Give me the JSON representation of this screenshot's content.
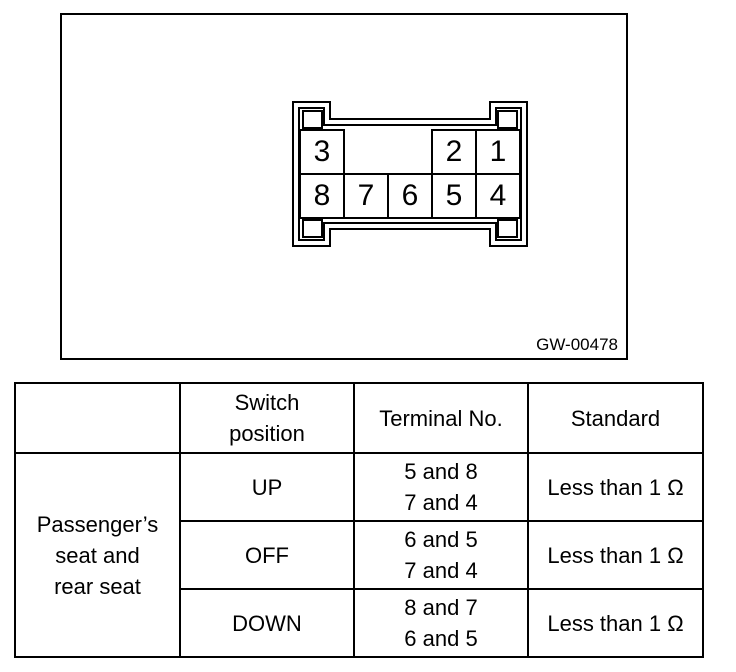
{
  "figure": {
    "code": "GW-00478",
    "pins_top": [
      "3",
      "2",
      "1"
    ],
    "pins_bottom": [
      "8",
      "7",
      "6",
      "5",
      "4"
    ]
  },
  "table": {
    "headers": [
      "",
      "Switch position",
      "Terminal No.",
      "Standard"
    ],
    "header_lines": {
      "switch_position": [
        "Switch",
        "position"
      ]
    },
    "row_group_label_lines": [
      "Passenger’s",
      "seat and",
      "rear seat"
    ],
    "rows": [
      {
        "position": "UP",
        "terminals": [
          "5 and 8",
          "7 and 4"
        ],
        "standard": "Less than 1 Ω"
      },
      {
        "position": "OFF",
        "terminals": [
          "6 and 5",
          "7 and 4"
        ],
        "standard": "Less than 1 Ω"
      },
      {
        "position": "DOWN",
        "terminals": [
          "8 and 7",
          "6 and 5"
        ],
        "standard": "Less than 1 Ω"
      }
    ]
  }
}
